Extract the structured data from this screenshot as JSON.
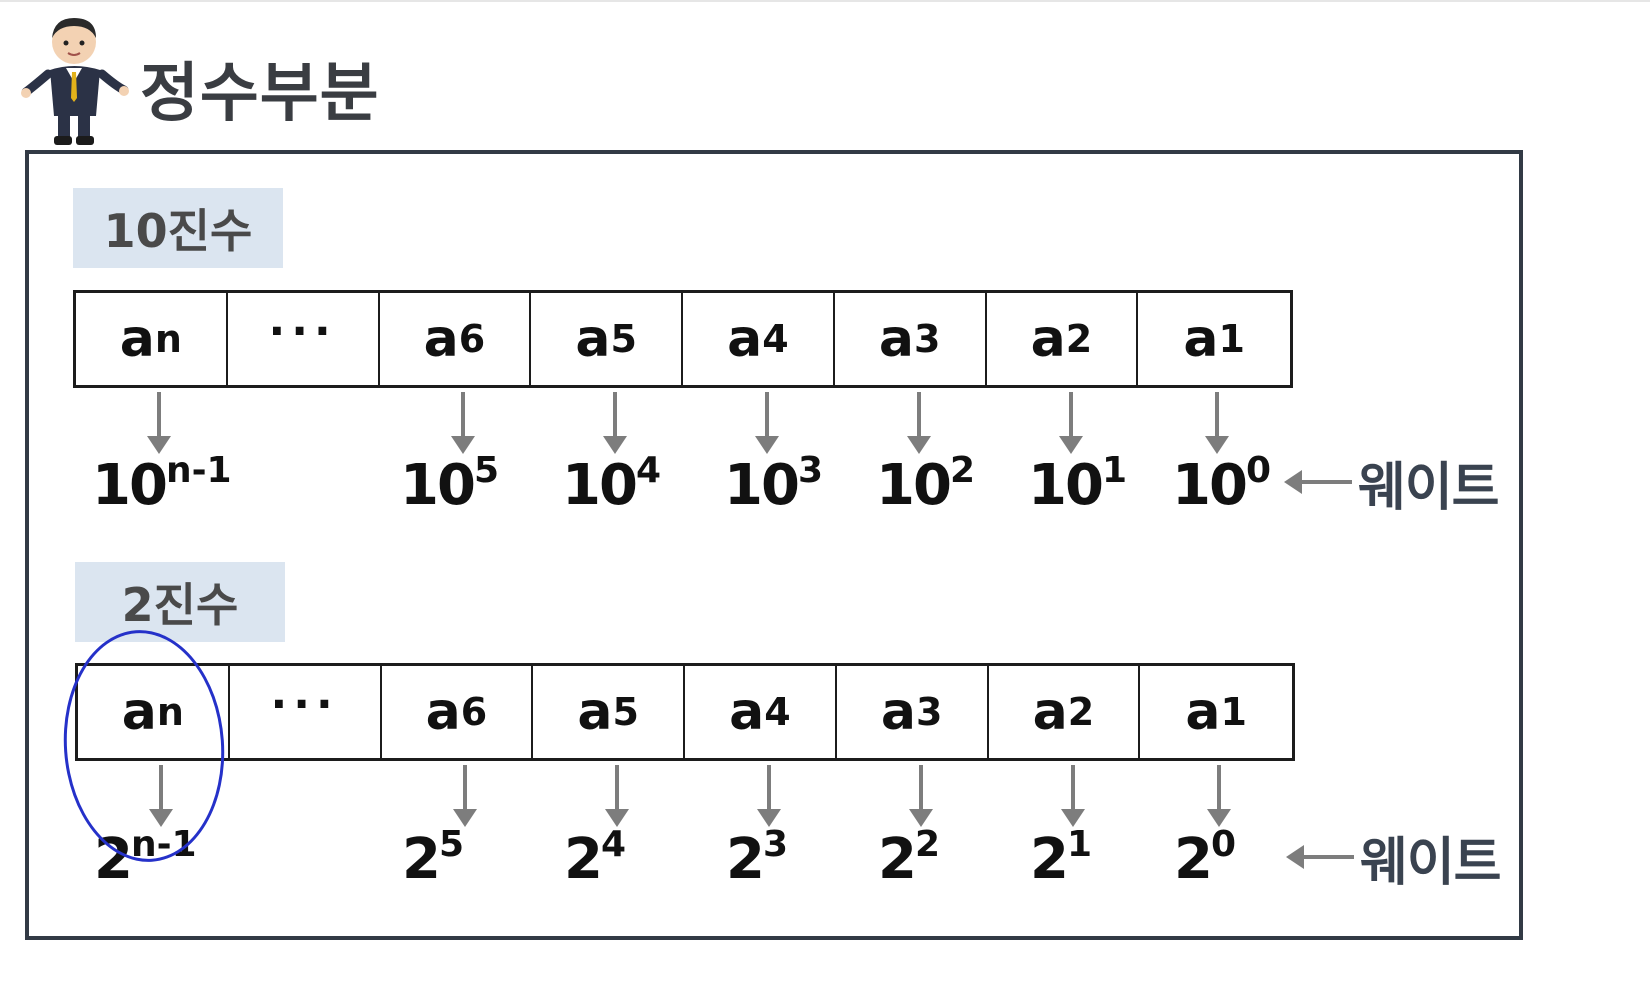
{
  "title": "정수부분",
  "decimal": {
    "label": "10진수",
    "cells": [
      {
        "base": "a",
        "sub": "n"
      },
      {
        "dots": "···"
      },
      {
        "base": "a",
        "sub": "6"
      },
      {
        "base": "a",
        "sub": "5"
      },
      {
        "base": "a",
        "sub": "4"
      },
      {
        "base": "a",
        "sub": "3"
      },
      {
        "base": "a",
        "sub": "2"
      },
      {
        "base": "a",
        "sub": "1"
      }
    ],
    "weights": [
      {
        "base": "10",
        "exp": "n-1"
      },
      {
        "base": "10",
        "exp": "5"
      },
      {
        "base": "10",
        "exp": "4"
      },
      {
        "base": "10",
        "exp": "3"
      },
      {
        "base": "10",
        "exp": "2"
      },
      {
        "base": "10",
        "exp": "1"
      },
      {
        "base": "10",
        "exp": "0"
      }
    ],
    "weight_note": "웨이트"
  },
  "binary": {
    "label": "2진수",
    "cells": [
      {
        "base": "a",
        "sub": "n"
      },
      {
        "dots": "···"
      },
      {
        "base": "a",
        "sub": "6"
      },
      {
        "base": "a",
        "sub": "5"
      },
      {
        "base": "a",
        "sub": "4"
      },
      {
        "base": "a",
        "sub": "3"
      },
      {
        "base": "a",
        "sub": "2"
      },
      {
        "base": "a",
        "sub": "1"
      }
    ],
    "weights": [
      {
        "base": "2",
        "exp": "n-1"
      },
      {
        "base": "2",
        "exp": "5"
      },
      {
        "base": "2",
        "exp": "4"
      },
      {
        "base": "2",
        "exp": "3"
      },
      {
        "base": "2",
        "exp": "2"
      },
      {
        "base": "2",
        "exp": "1"
      },
      {
        "base": "2",
        "exp": "0"
      }
    ],
    "weight_note": "웨이트"
  },
  "colors": {
    "frame": "#323a45",
    "label_bg": "#dbe5f0",
    "arrow": "#7d7d7d",
    "annotation": "#2531c9"
  }
}
